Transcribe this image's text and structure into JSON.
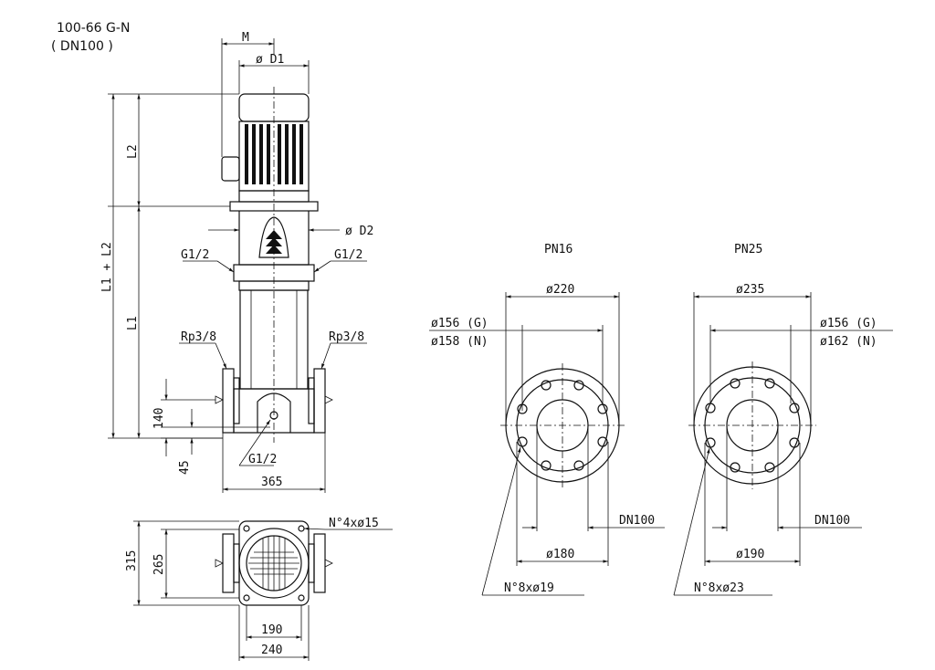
{
  "header": {
    "model": "100-66  G-N",
    "connection": "( DN100  )"
  },
  "side_view": {
    "dim_M": "M",
    "dim_D1": "ø D1",
    "dim_D2": "ø D2",
    "dim_L2": "L2",
    "dim_L1_L2": "L1 + L2",
    "dim_L1": "L1",
    "dim_140": "140",
    "dim_45": "45",
    "dim_365": "365",
    "port_g12_left": "G1/2",
    "port_g12_right": "G1/2",
    "port_g12_bottom": "G1/2",
    "port_rp38_left": "Rp3/8",
    "port_rp38_right": "Rp3/8"
  },
  "base_view": {
    "dim_315": "315",
    "dim_265": "265",
    "dim_190": "190",
    "dim_240": "240",
    "holes": "N°4xø15"
  },
  "flanges": [
    {
      "title": "PN16",
      "outer_dia": "ø220",
      "inner_g": "ø156  (G)",
      "inner_n": "ø158  (N)",
      "bolt_circle": "ø180",
      "nominal": "DN100",
      "holes": "N°8xø19"
    },
    {
      "title": "PN25",
      "outer_dia": "ø235",
      "inner_g": "ø156  (G)",
      "inner_n": "ø162  (N)",
      "bolt_circle": "ø190",
      "nominal": "DN100",
      "holes": "N°8xø23"
    }
  ]
}
